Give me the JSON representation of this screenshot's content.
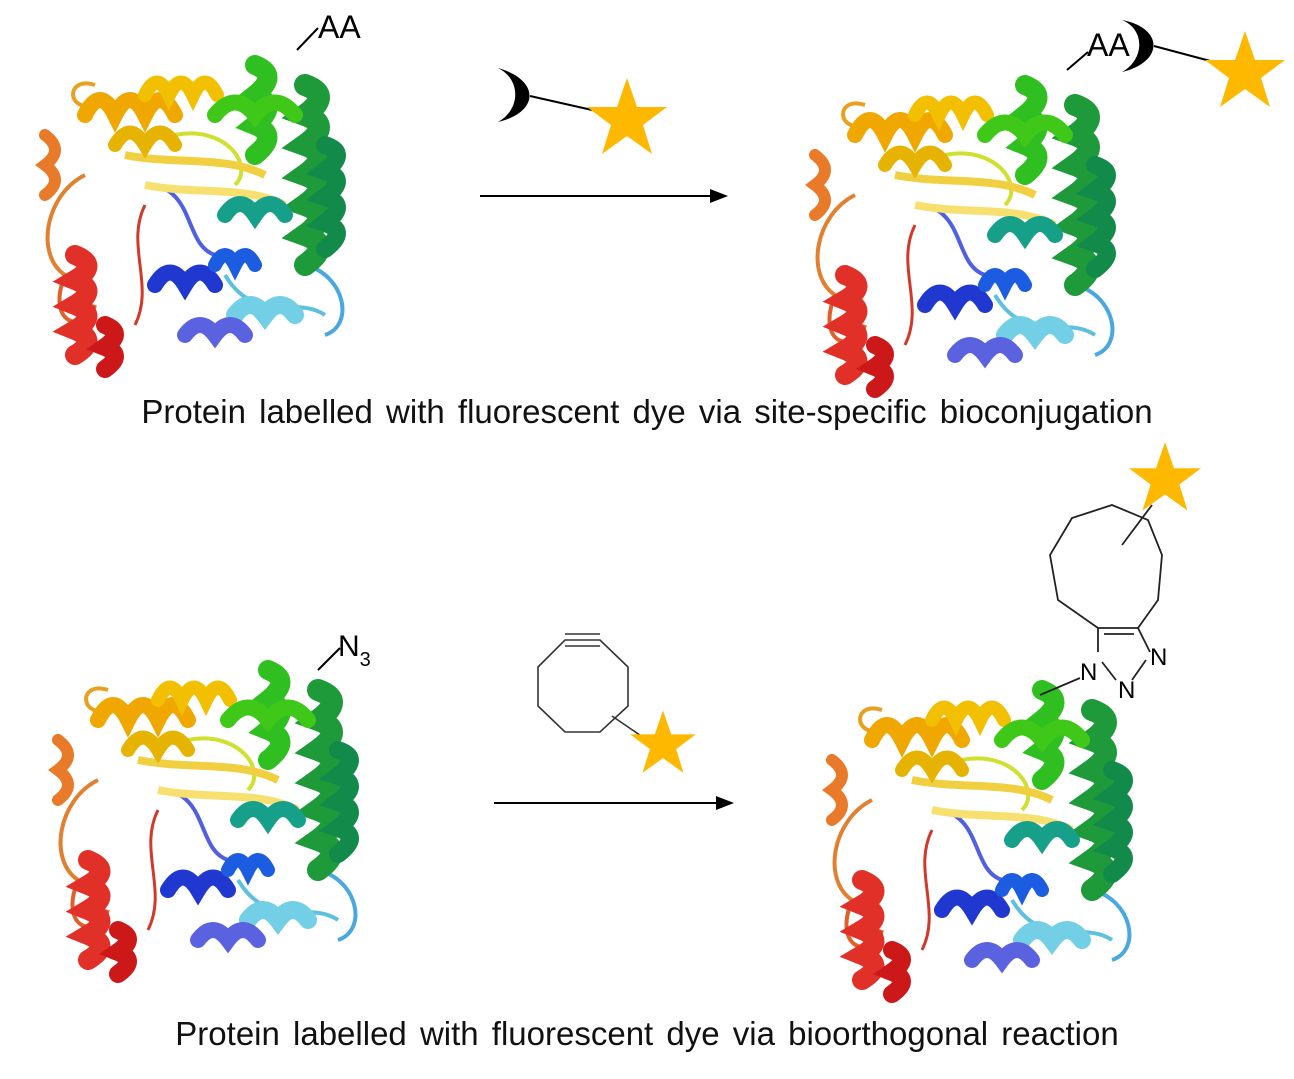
{
  "top_panel": {
    "caption": "Protein labelled with fluorescent dye via site-specific bioconjugation",
    "residue_label": "AA",
    "product_residue_label": "AA"
  },
  "bottom_panel": {
    "caption": "Protein labelled with fluorescent dye via bioorthogonal reaction",
    "azide_label": "N",
    "azide_subscript": "3",
    "triazole_atoms": [
      "N",
      "N",
      "N"
    ]
  },
  "colors": {
    "dye_star": "#FFB800",
    "protein_rainbow": [
      "#d7191c",
      "#e8742a",
      "#f0b400",
      "#d9e021",
      "#3cc418",
      "#1a8f3c",
      "#139c8e",
      "#4fc3e0",
      "#2f4fd8",
      "#6a6ee8"
    ]
  },
  "icons": [
    "protein-ribbon-icon",
    "crescent-linker-icon",
    "star-dye-icon",
    "arrow-icon",
    "cyclooctyne-icon",
    "triazole-ring-icon"
  ]
}
